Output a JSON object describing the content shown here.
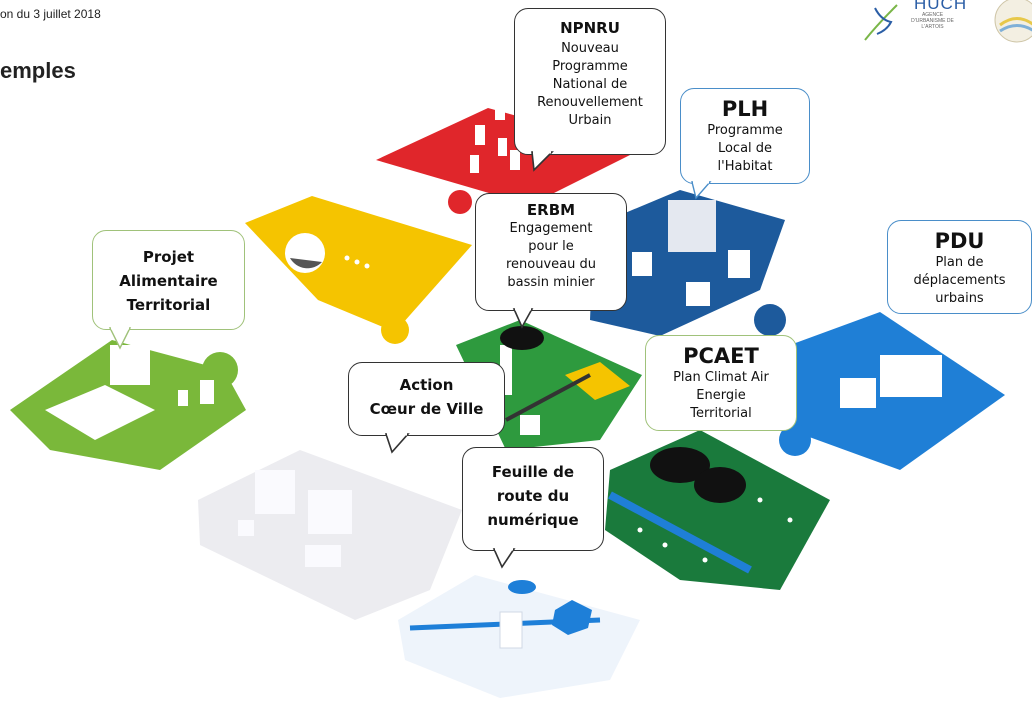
{
  "header": {
    "date_text": "on du 3 juillet 2018",
    "title": "emples"
  },
  "logo": {
    "name": "HUCH",
    "sub": "AGENCE D'URBANISME DE L'ARTOIS"
  },
  "callouts": {
    "npnru": {
      "title": "NPNRU",
      "lines": [
        "Nouveau",
        "Programme",
        "National de",
        "Renouvellement",
        "Urbain"
      ]
    },
    "plh": {
      "title": "PLH",
      "lines": [
        "Programme",
        "Local de",
        "l'Habitat"
      ]
    },
    "pdu": {
      "title": "PDU",
      "lines": [
        "Plan de",
        "déplacements",
        "urbains"
      ]
    },
    "erbm": {
      "title": "ERBM",
      "lines": [
        "Engagement",
        "pour le",
        "renouveau du",
        "bassin minier"
      ]
    },
    "pcaet": {
      "title": "PCAET",
      "lines": [
        "Plan Climat Air",
        "Energie",
        "Territorial"
      ]
    },
    "pat": {
      "lines": [
        "Projet",
        "Alimentaire",
        "Territorial"
      ]
    },
    "acv": {
      "lines": [
        "Action",
        "Cœur de Ville"
      ]
    },
    "frn": {
      "lines": [
        "Feuille de",
        "route du",
        "numérique"
      ]
    }
  },
  "colors": {
    "red": "#e0262b",
    "yellow": "#f5c400",
    "green_light": "#7ab83a",
    "green_mid": "#2e9a3e",
    "green_dark": "#1a7a3c",
    "blue_dark": "#1d5a9c",
    "blue_bright": "#1f7fd6",
    "white_piece": "#ececf0",
    "light_blue_piece": "#eef4fb",
    "accent_blue": "#1e7fd8"
  }
}
